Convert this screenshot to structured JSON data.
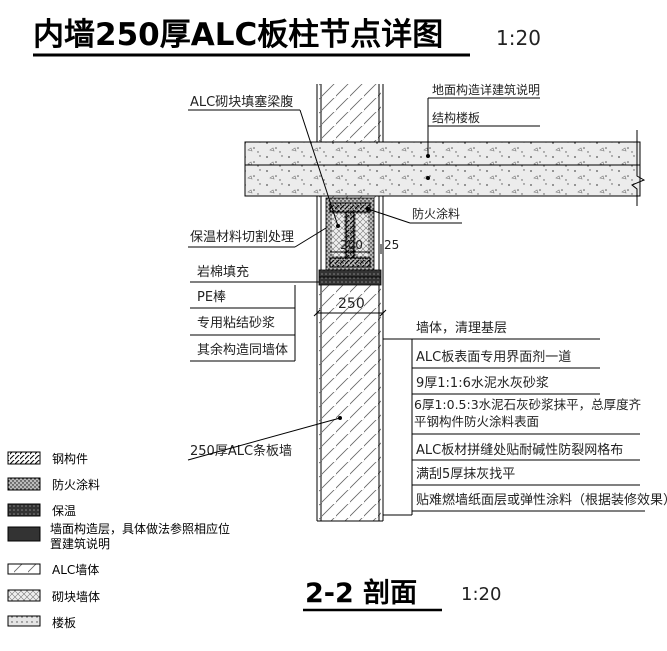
{
  "title": "内墙250厚ALC板柱节点详图",
  "title_scale": "1:20",
  "section_title": "2-2 剖面",
  "section_scale": "1:20",
  "dims": {
    "flange": "200",
    "gap": "25",
    "wall": "250"
  },
  "left_callouts": [
    "ALC砌块填塞梁腹",
    "保温材料切割处理",
    "岩棉填充",
    "PE棒",
    "专用粘结砂浆",
    "其余构造同墙体",
    "250厚ALC条板墙"
  ],
  "top_callouts": [
    "地面构造详建筑说明",
    "结构楼板",
    "防火涂料"
  ],
  "right_layers": {
    "header": "墙体，清理基层",
    "items": [
      "ALC板表面专用界面剂一道",
      "9厚1:1:6水泥水灰砂浆",
      "6厚1:0.5:3水泥石灰砂浆抹平，总厚度齐平钢构件防火涂料表面",
      "ALC板材拼缝处贴耐碱性防裂网格布",
      "满刮5厚抹灰找平",
      "贴难燃墙纸面层或弹性涂料（根据装修效果）"
    ]
  },
  "legend": [
    {
      "label": "钢构件",
      "pattern": "steel"
    },
    {
      "label": "防火涂料",
      "pattern": "fire"
    },
    {
      "label": "保温",
      "pattern": "insulation"
    },
    {
      "label": "墙面构造层，具体做法参照相应位置建筑说明",
      "pattern": "finish"
    },
    {
      "label": "ALC墙体",
      "pattern": "alc"
    },
    {
      "label": "砌块墙体",
      "pattern": "block"
    },
    {
      "label": "楼板",
      "pattern": "slab"
    }
  ]
}
